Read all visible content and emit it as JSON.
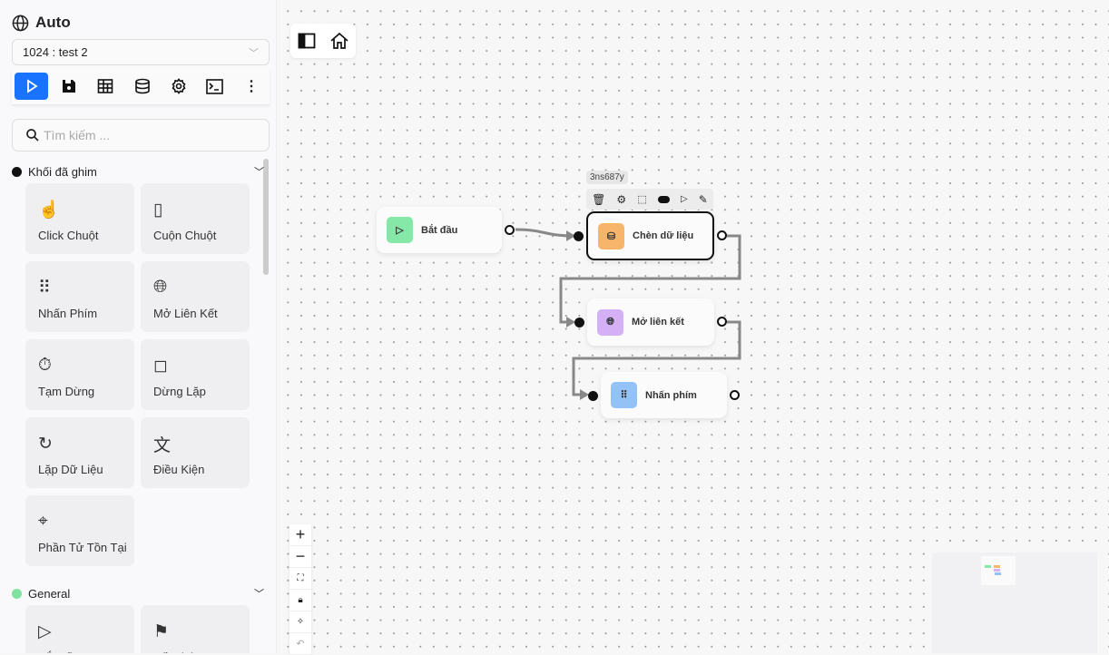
{
  "app": {
    "title": "Auto",
    "icon": "globe-icon"
  },
  "workflow_select": {
    "value": "1024 : test 2"
  },
  "toolbar": {
    "items": [
      "play-icon",
      "save-icon",
      "table-icon",
      "database-icon",
      "gear-icon",
      "terminal-icon",
      "more-icon"
    ]
  },
  "search": {
    "placeholder": "Tìm kiếm ..."
  },
  "sections": [
    {
      "label": "Khối đã ghim",
      "color": "#111111",
      "blocks": [
        {
          "label": "Click Chuột",
          "icon": "pointer-click-icon"
        },
        {
          "label": "Cuộn Chuột",
          "icon": "mouse-icon"
        },
        {
          "label": "Nhấn Phím",
          "icon": "keyboard-icon"
        },
        {
          "label": "Mở Liên Kết",
          "icon": "globe-icon"
        },
        {
          "label": "Tạm Dừng",
          "icon": "timer-icon"
        },
        {
          "label": "Dừng Lặp",
          "icon": "stop-icon"
        },
        {
          "label": "Lặp Dữ Liệu",
          "icon": "loop-icon"
        },
        {
          "label": "Điều Kiện",
          "icon": "translate-icon"
        },
        {
          "label": "Phần Tử Tồn Tại",
          "icon": "crosshair-icon"
        }
      ]
    },
    {
      "label": "General",
      "color": "#7ee2a0",
      "blocks": [
        {
          "label": "Bắt Đầu",
          "icon": "play-icon"
        },
        {
          "label": "Kết Thúc",
          "icon": "finish-flag-icon"
        }
      ]
    }
  ],
  "canvas": {
    "nodes": [
      {
        "label": "Bắt đầu",
        "icon": "play-icon",
        "color": "#86e8a8"
      },
      {
        "label": "Chèn dữ liệu",
        "icon": "database-insert-icon",
        "color": "#f7b56b",
        "selected": true,
        "id": "3ns687y"
      },
      {
        "label": "Mở liên kết",
        "icon": "globe-icon",
        "color": "#d4b1f7"
      },
      {
        "label": "Nhấn phím",
        "icon": "keyboard-icon",
        "color": "#93c2f7"
      }
    ],
    "node_toolbar": [
      "trash-icon",
      "gear-icon",
      "select-icon",
      "toggle-icon",
      "play-icon",
      "pencil-icon"
    ]
  }
}
